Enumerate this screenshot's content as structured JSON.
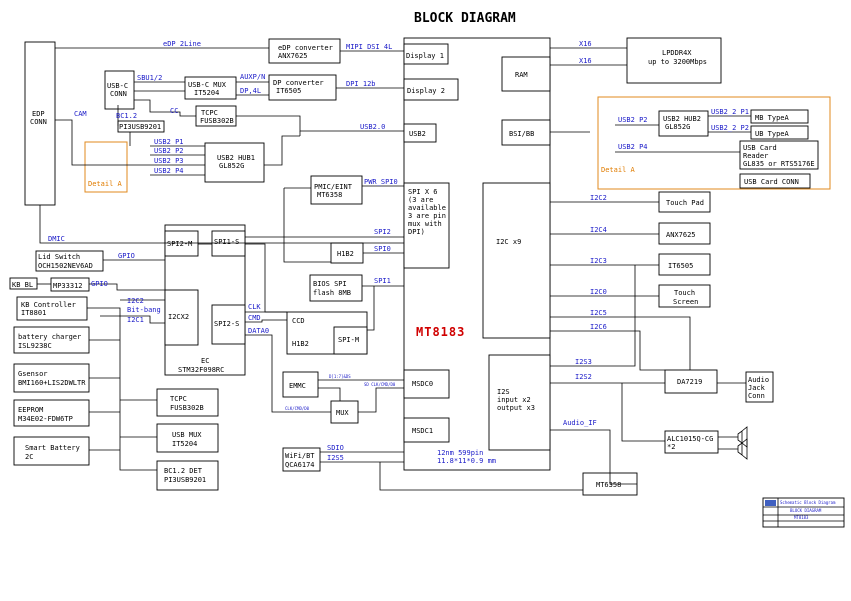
{
  "title": "BLOCK DIAGRAM",
  "soc": {
    "name": "MT8183",
    "package_line1": "12nm 599pin",
    "package_line2": "11.8*11*0.9 mm",
    "ports": {
      "display1": "Display 1",
      "display2": "Display 2",
      "usb2": "USB2",
      "spi_line1": "SPI X 6",
      "spi_line2": "(3 are",
      "spi_line3": "available",
      "spi_line4": "3 are pin",
      "spi_line5": "mux with",
      "spi_line6": "DPI)",
      "ram": "RAM",
      "bsi": "BSI/BB",
      "i2c": "I2C x9",
      "i2s_line1": "I2S",
      "i2s_line2": "input x2",
      "i2s_line3": "output x3",
      "msdc0": "MSDC0",
      "msdc1": "MSDC1"
    }
  },
  "blocks": {
    "edp_conn": [
      "EDP",
      "CONN"
    ],
    "usbc_conn": [
      "USB-C",
      "CONN"
    ],
    "pi3usb": "PI3USB9201",
    "usbc_mux": [
      "USB-C MUX",
      "IT5204"
    ],
    "tcpc_top": [
      "TCPC",
      "FUSB302B"
    ],
    "usb2_hub1": [
      "USB2 HUB1",
      "GL852G"
    ],
    "edp_converter": [
      "eDP converter",
      "ANX7625"
    ],
    "dp_converter": [
      "DP converter",
      "IT6505"
    ],
    "pmic": [
      "PMIC/EINT",
      "MT6358"
    ],
    "h1b2_top": "H1B2",
    "bios": [
      "BIOS SPI",
      "flash 8MB"
    ],
    "ccd_box": [
      "CCD",
      "H1B2"
    ],
    "spi_m_box": "SPI-M",
    "lid_switch": [
      "Lid Switch",
      "OCH1502NEV6AD"
    ],
    "kb_bl": "KB BL",
    "mp": "MP33312",
    "kb_controller": [
      "KB Controller",
      "IT8801"
    ],
    "battery_charger": [
      "battery charger",
      "ISL9238C"
    ],
    "gsensor": [
      "Gsensor",
      "BMI160+LIS2DWLTR"
    ],
    "eeprom": [
      "EEPROM",
      "M34E02-FDW6TP"
    ],
    "smart_battery": [
      "Smart Battery",
      "2C"
    ],
    "ec_spi2m": "SPI2-M",
    "ec_spi1s": "SPI1-S",
    "ec_i2cx2": "I2CX2",
    "ec_spi2s": "SPI2-S",
    "ec_name": [
      "EC",
      "STM32F098RC"
    ],
    "tcpc_bot": [
      "TCPC",
      "FUSB302B"
    ],
    "usb_mux_bot": [
      "USB MUX",
      "IT5204"
    ],
    "bc12_det": [
      "BC1.2 DET",
      "PI3USB9201"
    ],
    "emmc": "EMMC",
    "mux": "MUX",
    "wifi": [
      "WiFi/BT",
      "QCA6174"
    ],
    "mt6358_bot": "MT6358",
    "lpddr": [
      "LPDDR4X",
      "up to 3200Mbps"
    ],
    "touch_pad": "Touch Pad",
    "anx7625_r": "ANX7625",
    "it6505_r": "IT6505",
    "touch_screen": [
      "Touch",
      "Screen"
    ],
    "da7219": "DA7219",
    "audio_jack": [
      "Audio",
      "Jack",
      "Conn"
    ],
    "alc": [
      "ALC1015Q-CG",
      "*2"
    ],
    "usb2_hub2": [
      "USB2 HUB2",
      "GL852G"
    ],
    "mb_typea": "MB TypeA",
    "ub_typea": "UB TypeA",
    "usb_card_reader": [
      "USB Card",
      "Reader",
      "GL835 or RTS5176E"
    ],
    "usb_card_conn": "USB Card CONN",
    "detail_a_left": "Detail A",
    "detail_a_right": "Detail A"
  },
  "signals": {
    "edp_2line": "eDP 2Line",
    "mipi_dsi": "MIPI DSI 4L",
    "dpi_12b": "DPI 12b",
    "sbu": "SBU1/2",
    "auxp_n": "AUXP/N",
    "dp_4l": "DP,4L",
    "bc12": "BC1.2",
    "cc": "CC",
    "cam": "CAM",
    "usb20": "USB2.0",
    "usb2_p1": "USB2 P1",
    "usb2_p2": "USB2 P2",
    "usb2_p3": "USB2 P3",
    "usb2_p4": "USB2 P4",
    "pwr_spi": "PWR_SPI0",
    "spi2": "SPI2",
    "spi0": "SPI0",
    "spi1": "SPI1",
    "dmic": "DMIC",
    "gpio1": "GPIO",
    "gpio2": "GPIO",
    "i2c2": "I2C2",
    "bitbang": "Bit-bang",
    "i2c1": "I2C1",
    "clk": "CLK",
    "cmd": "CMD",
    "data0": "DATA0",
    "d_bus": "D[1:7]&DS",
    "cmd_d0": "CLK/CMD/D0",
    "sd_bus": "SD CLK/CMD/D0",
    "sdio": "SDIO",
    "i2s5": "I2S5",
    "audio_if": "Audio_IF",
    "x16a": "X16",
    "x16b": "X16",
    "i2c2r": "I2C2",
    "i2c4": "I2C4",
    "i2c3": "I2C3",
    "i2c0": "I2C0",
    "i2c5": "I2C5",
    "i2c6": "I2C6",
    "i2s3": "I2S3",
    "i2s2": "I2S2",
    "usb2_p2_right": "USB2 P2",
    "usb2_p4_right": "USB2 P4",
    "usb2_2_p1": "USB2_2 P1",
    "usb2_2_p2": "USB2_2 P2"
  },
  "title_block": {
    "line1": "Schematic Block Diagram",
    "line2": "BLOCK DIAGRAM",
    "line3": "MT8183"
  },
  "colors": {
    "signal_text": "#1a1ac8",
    "soc_name": "#d00000",
    "detail_box": "#e08a1e"
  }
}
